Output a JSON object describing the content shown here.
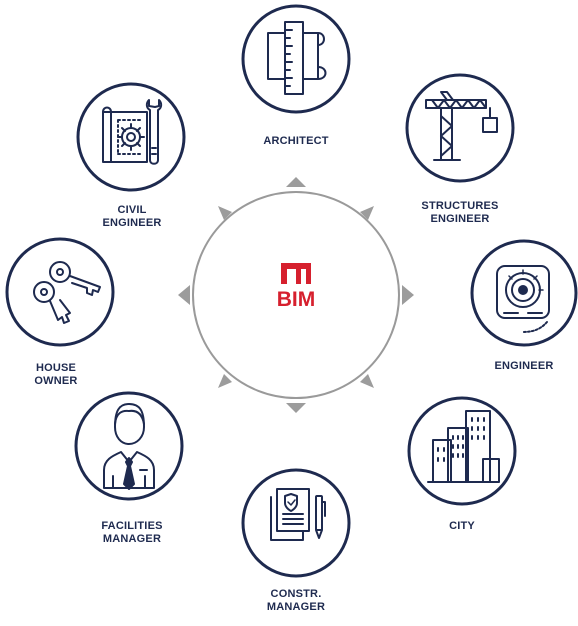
{
  "center": {
    "logo_text": "BIM",
    "brand_color": "#d6202e"
  },
  "colors": {
    "navy": "#1e2a4f",
    "ring_gray": "#9a9a9a",
    "pointer_gray": "#9c9c9c"
  },
  "roles": [
    {
      "id": "architect",
      "label": "ARCHITECT",
      "icon": "blueprint-ruler-icon"
    },
    {
      "id": "structures-engineer",
      "label": "STRUCTURES\nENGINEER",
      "icon": "tower-crane-icon"
    },
    {
      "id": "engineer",
      "label": "ENGINEER",
      "icon": "dial-safe-icon"
    },
    {
      "id": "city",
      "label": "CITY",
      "icon": "city-buildings-icon"
    },
    {
      "id": "constr-manager",
      "label": "CONSTR.\nMANAGER",
      "icon": "documents-pen-icon"
    },
    {
      "id": "facilities-manager",
      "label": "FACILITIES\nMANAGER",
      "icon": "businessman-icon"
    },
    {
      "id": "house-owner",
      "label": "HOUSE\nOWNER",
      "icon": "keys-icon"
    },
    {
      "id": "civil-engineer",
      "label": "CIVIL\nENGINEER",
      "icon": "gear-blueprint-icon"
    }
  ]
}
